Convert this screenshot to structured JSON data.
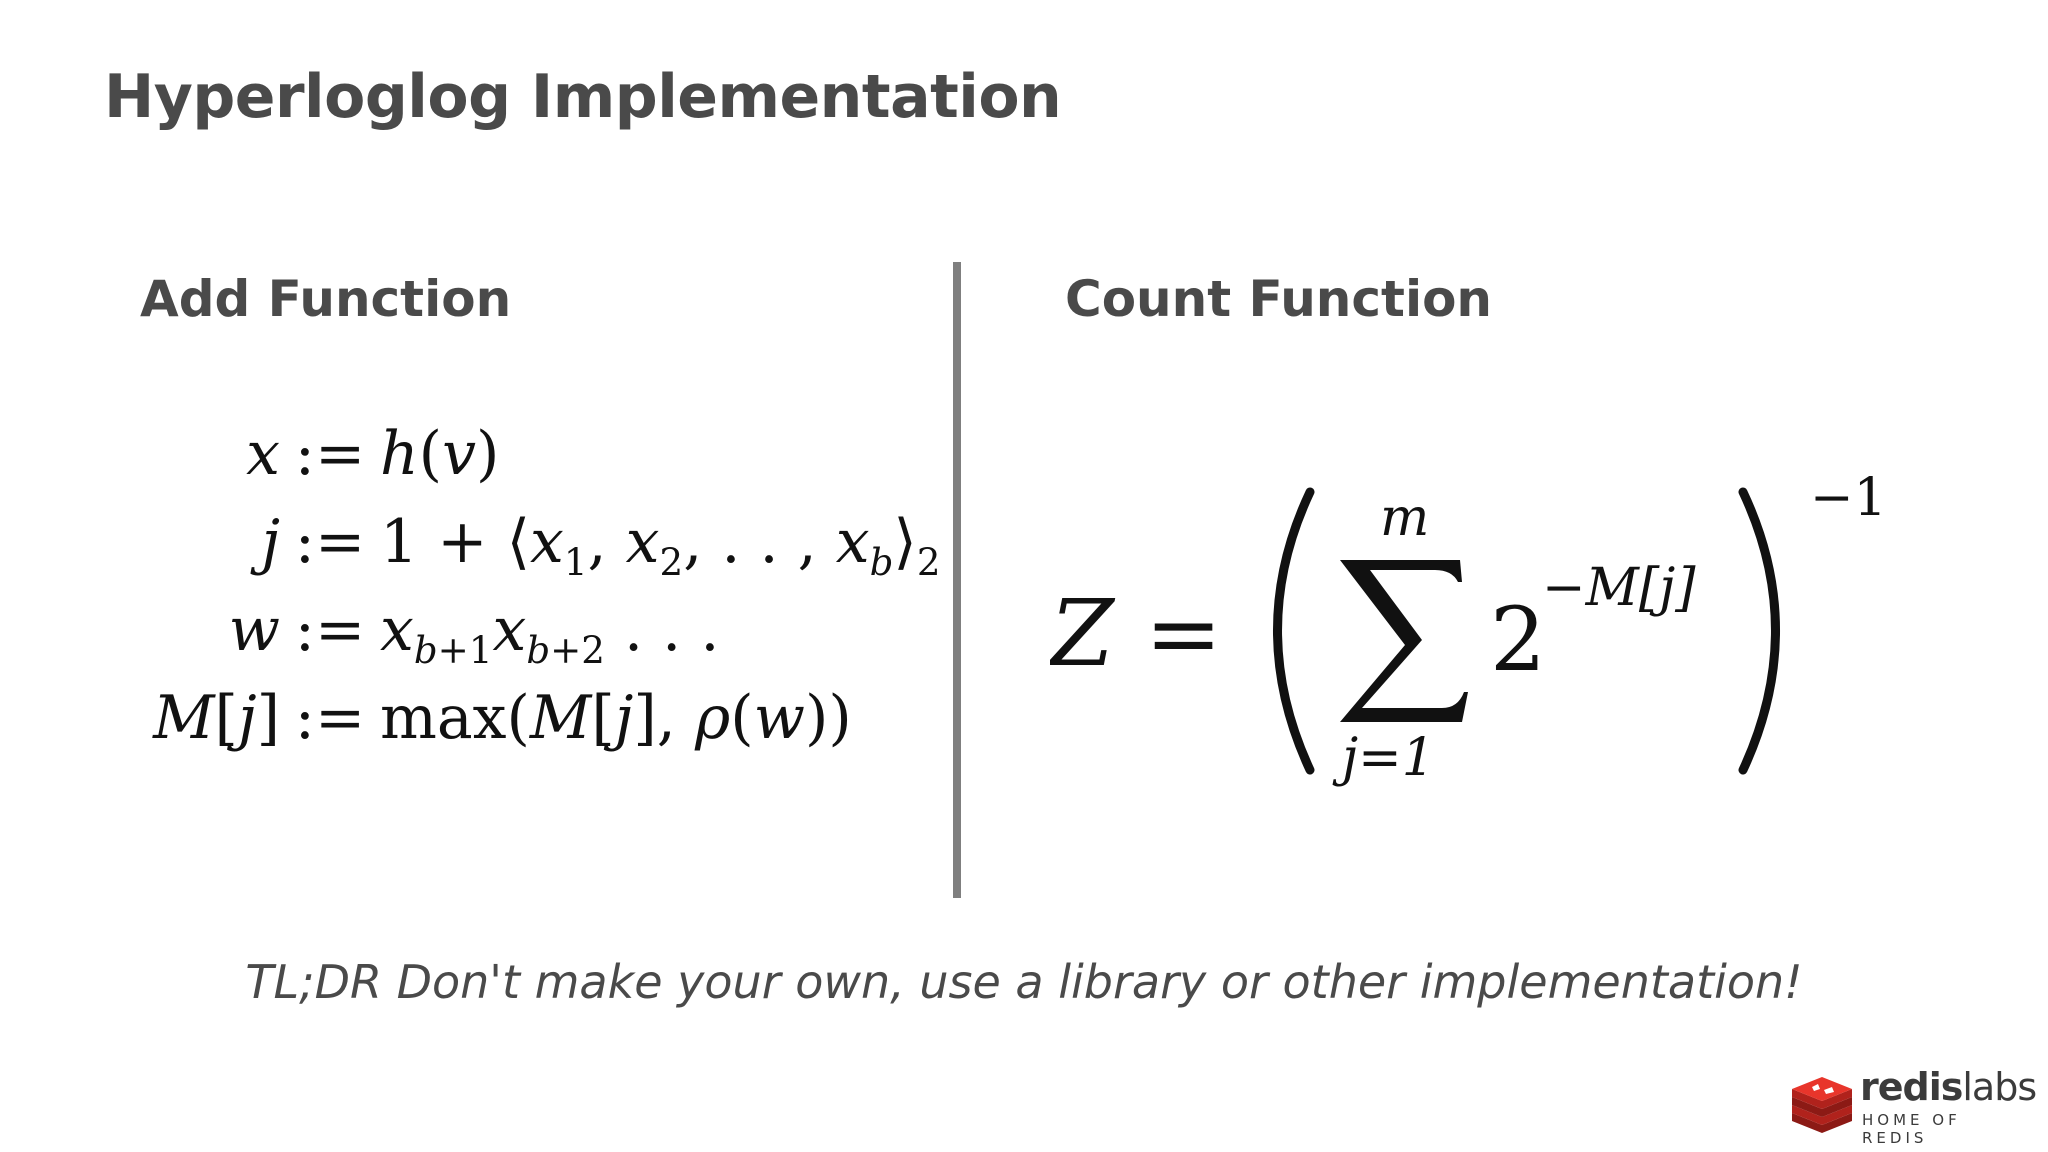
{
  "slide": {
    "title": "Hyperloglog Implementation",
    "footer_note": "TL;DR Don't make your own, use a library or other implementation!"
  },
  "add_function": {
    "heading": "Add Function",
    "lines": [
      {
        "lhs": "x",
        "op": ":=",
        "rhs": "h(v)"
      },
      {
        "lhs": "j",
        "op": ":=",
        "rhs": "1 + ⟨x₁, x₂, . . , x_b⟩₂"
      },
      {
        "lhs": "w",
        "op": ":=",
        "rhs": "x_{b+1} x_{b+2} . . ."
      },
      {
        "lhs": "M[j]",
        "op": ":=",
        "rhs": "max(M[j], ρ(w))"
      }
    ]
  },
  "count_function": {
    "heading": "Count Function",
    "formula": {
      "lhs": "Z",
      "eq": "=",
      "sum_upper": "m",
      "sum_lower": "j=1",
      "base": "2",
      "exponent": "−M[j]",
      "outer_exponent": "−1"
    }
  },
  "logo": {
    "brand": "redis",
    "brand_suffix": "labs",
    "tagline": "HOME OF REDIS",
    "colors": {
      "cube_top": "#e8352b",
      "cube_side": "#b0221c",
      "cube_dark": "#8c1a15"
    }
  }
}
